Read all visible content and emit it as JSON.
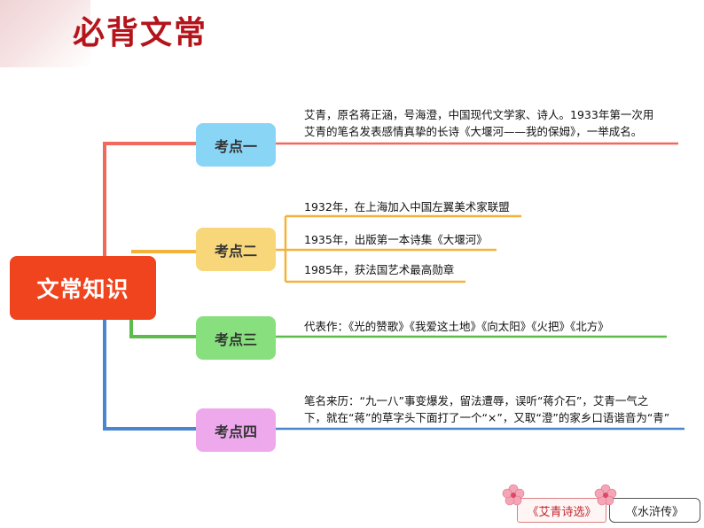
{
  "header": {
    "title": "必背文常"
  },
  "root": {
    "label": "文常知识"
  },
  "branches": [
    {
      "label": "考点一",
      "color": "#88d5f6",
      "line_color": "#f0695c",
      "texts": [
        "艾青，原名蒋正涵，号海澄，中国现代文学家、诗人。1933年第一次用",
        "艾青的笔名发表感情真挚的长诗《大堰河——我的保姆》，一举成名。"
      ]
    },
    {
      "label": "考点二",
      "color": "#f8d77a",
      "line_color": "#f2b33a",
      "texts": [
        "1932年，在上海加入中国左翼美术家联盟",
        "1935年，出版第一本诗集《大堰河》",
        "1985年，获法国艺术最高勋章"
      ]
    },
    {
      "label": "考点三",
      "color": "#87df7e",
      "line_color": "#5cbb4c",
      "texts": [
        "代表作：《光的赞歌》《我爱这土地》《向太阳》《火把》《北方》"
      ]
    },
    {
      "label": "考点四",
      "color": "#eea9ed",
      "line_color": "#4a86d0",
      "texts": [
        "笔名来历：“九一八”事变爆发，留法遭辱，误听“蒋介石”，艾青一气之",
        "下，就在“蒋”的草字头下面打了一个“×”，又取“澄”的家乡口语谐音为“青”"
      ]
    }
  ],
  "nav": {
    "aiqing_label": "《艾青诗选》",
    "shuihu_label": "《水浒传》"
  }
}
